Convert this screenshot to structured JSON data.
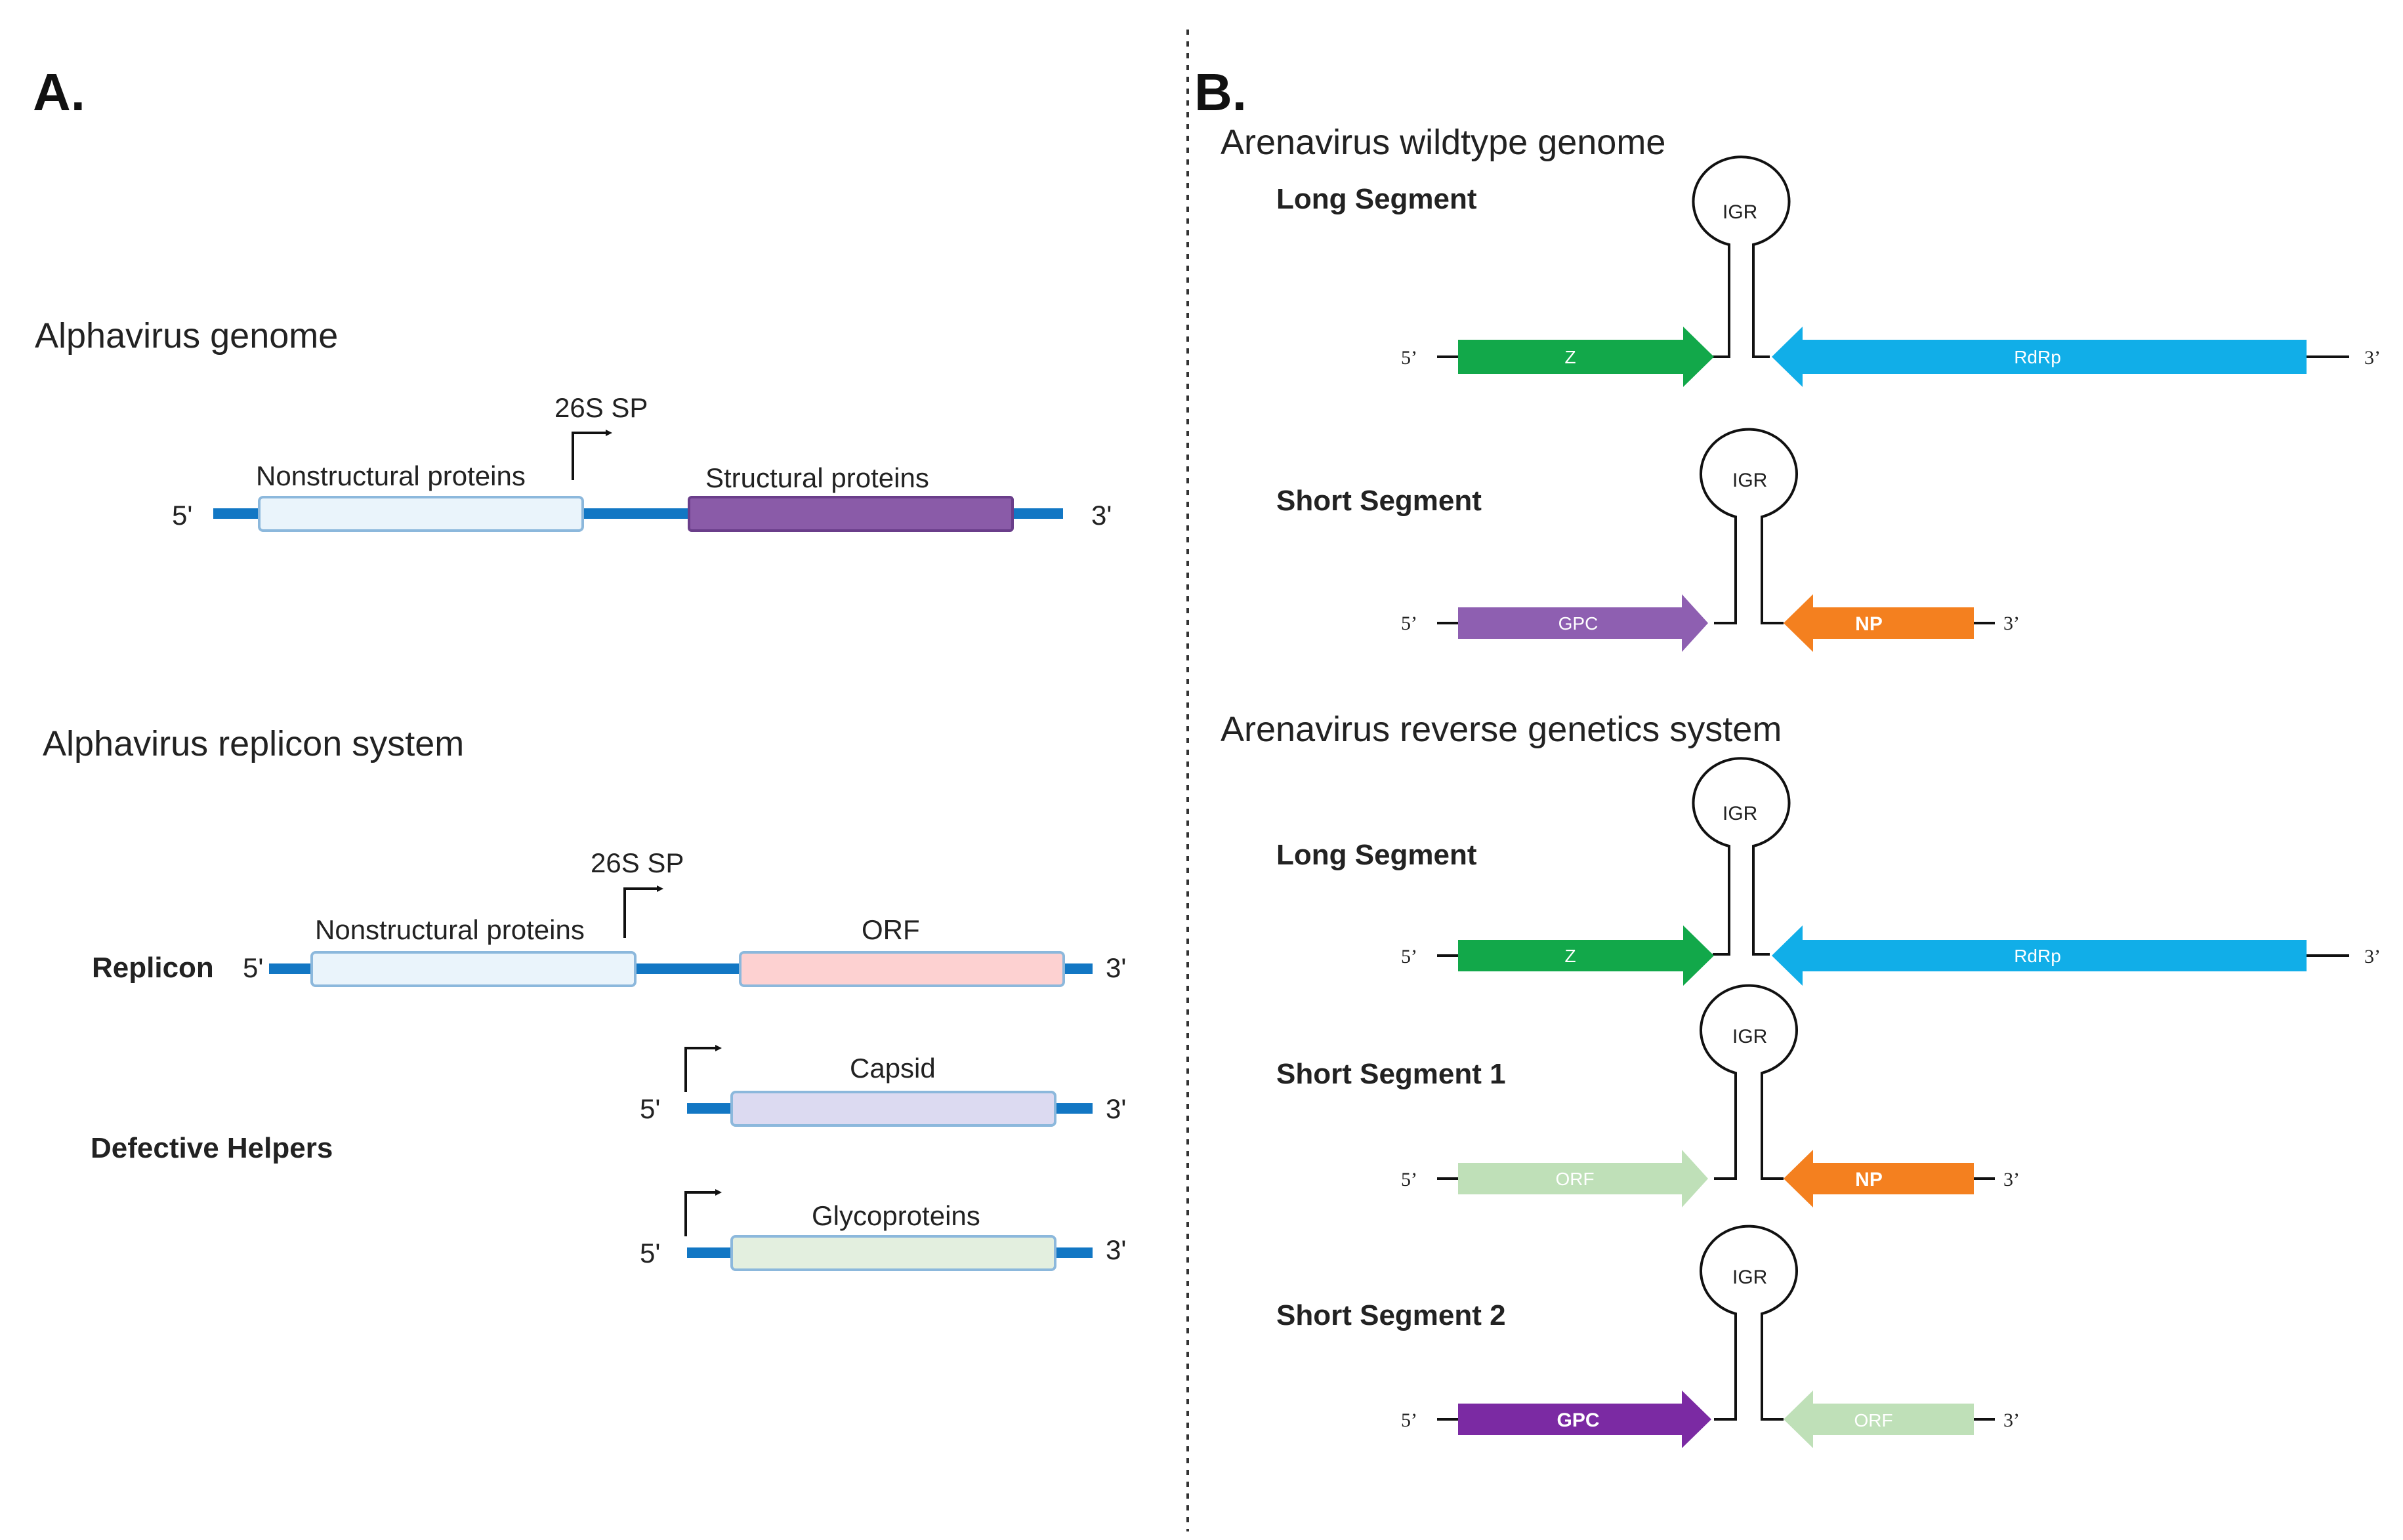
{
  "colors": {
    "line_blue": "#1277c4",
    "nsp_fill": "#eaf4fb",
    "sp_fill": "#8a5ba8",
    "orf_fill": "#fdd1d1",
    "capsid_fill": "#dcdaf1",
    "glyco_fill": "#e3efdf",
    "z_green": "#12a84a",
    "rdrp_blue": "#11aee8",
    "gpc_purple": "#8e5fb1",
    "gpc_dark": "#7b2aa3",
    "np_orange": "#f4801f",
    "orf_light": "#bfe0b8"
  },
  "panelA": {
    "label": "A.",
    "genome": {
      "title": "Alphavirus genome",
      "promoter": "26S SP",
      "nsp": "Nonstructural proteins",
      "sp": "Structural proteins",
      "five": "5'",
      "three": "3'"
    },
    "replicon_system": {
      "title": "Alphavirus replicon system",
      "replicon_label": "Replicon",
      "promoter": "26S SP",
      "nsp": "Nonstructural proteins",
      "orf": "ORF",
      "five": "5'",
      "three": "3'",
      "helpers_label": "Defective Helpers",
      "capsid": "Capsid",
      "glyco": "Glycoproteins"
    }
  },
  "panelB": {
    "label": "B.",
    "wildtype": {
      "title": "Arenavirus wildtype genome",
      "long": {
        "name": "Long Segment",
        "igr": "IGR",
        "left_gene": "Z",
        "right_gene": "RdRp",
        "five": "5’",
        "three": "3’"
      },
      "short": {
        "name": "Short Segment",
        "igr": "IGR",
        "left_gene": "GPC",
        "right_gene": "NP",
        "five": "5’",
        "three": "3’"
      }
    },
    "reverse": {
      "title": "Arenavirus reverse genetics system",
      "long": {
        "name": "Long Segment",
        "igr": "IGR",
        "left_gene": "Z",
        "right_gene": "RdRp",
        "five": "5’",
        "three": "3’"
      },
      "short1": {
        "name": "Short Segment 1",
        "igr": "IGR",
        "left_gene": "ORF",
        "right_gene": "NP",
        "five": "5’",
        "three": "3’"
      },
      "short2": {
        "name": "Short Segment 2",
        "igr": "IGR",
        "left_gene": "GPC",
        "right_gene": "ORF",
        "five": "5’",
        "three": "3’"
      }
    }
  }
}
